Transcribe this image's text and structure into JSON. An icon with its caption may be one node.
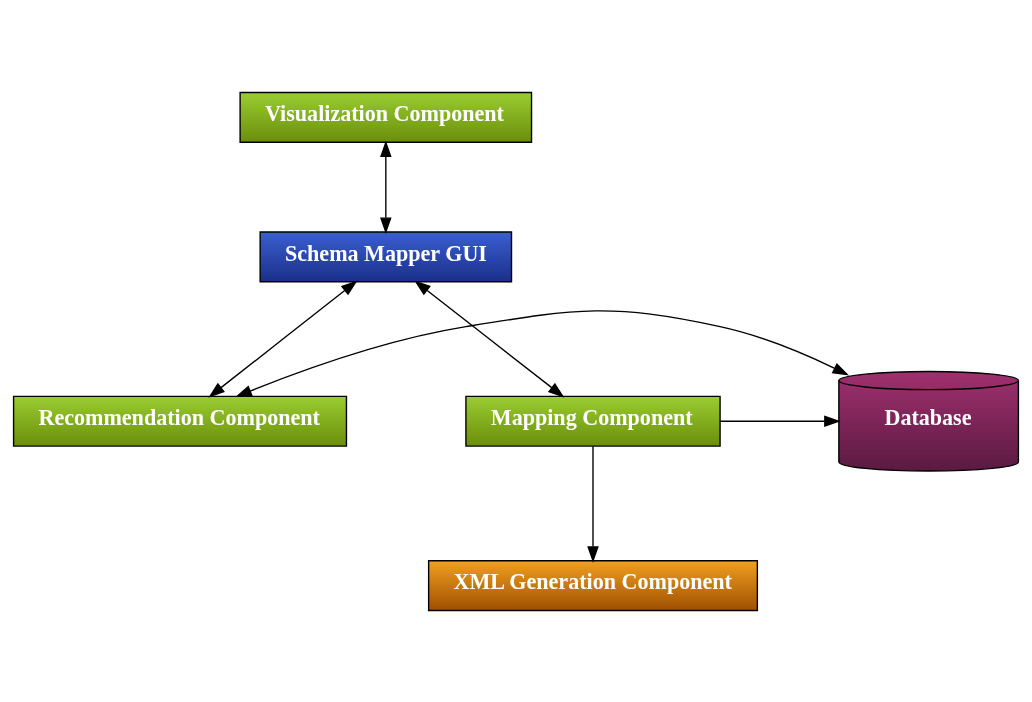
{
  "diagram": {
    "nodes": [
      {
        "text": [
          "Visualization Component"
        ]
      },
      {
        "text": [
          "Schema Mapper GUI"
        ]
      },
      {
        "text": [
          "Recommendation Component"
        ]
      },
      {
        "text": [
          "Database"
        ]
      },
      {
        "text": [
          "Mapping Component"
        ]
      },
      {
        "text": [
          "XML Generation Component"
        ]
      }
    ],
    "edges": [
      {
        "from": 0,
        "to": 1,
        "arrow": "both"
      },
      {
        "from": 1,
        "to": 2,
        "arrow": "both"
      },
      {
        "from": 1,
        "to": 4,
        "arrow": "both"
      },
      {
        "from": 2,
        "to": 3,
        "arrow": "both"
      },
      {
        "from": 4,
        "to": 3,
        "arrow": "to"
      },
      {
        "from": 4,
        "to": 5,
        "arrow": "to"
      }
    ]
  }
}
